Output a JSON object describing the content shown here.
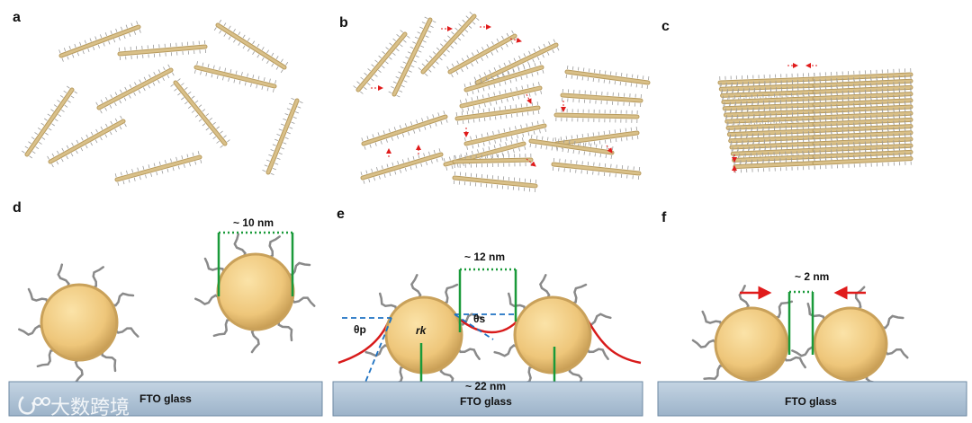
{
  "panels": {
    "a": "a",
    "b": "b",
    "c": "c",
    "d": "d",
    "e": "e",
    "f": "f"
  },
  "annotations": {
    "d_spacing": "~ 10 nm",
    "e_spacing_top": "~ 12 nm",
    "e_spacing_bottom": "~ 22 nm",
    "f_spacing": "~ 2 nm",
    "theta_p": "θp",
    "theta_s": "θs",
    "r_k": "rk"
  },
  "substrate_label": "FTO glass",
  "watermark": "大数跨境",
  "colors": {
    "rod": "#d9c089",
    "rod_dark": "#b89b5e",
    "particle": "#f1cd82",
    "particle_edge": "#c9a15a",
    "ligand": "#8a8a8a",
    "glass": "#a9bfd3",
    "glass_edge": "#6e89a3",
    "spacing": "#1a9a3a",
    "arrow": "#e01b1b",
    "contact": "#1e72c2"
  }
}
